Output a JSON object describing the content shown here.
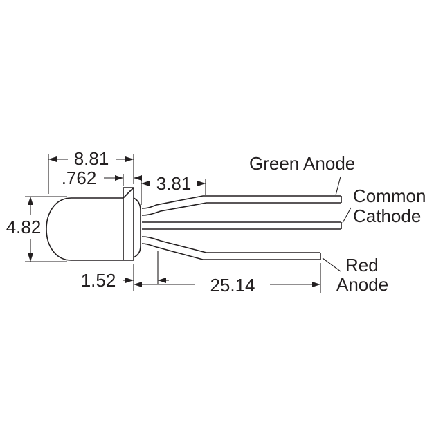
{
  "dimensions": {
    "overall_length": "8.81",
    "lens_length": ".762",
    "lead_spacing": "3.81",
    "body_diameter": "4.82",
    "flange_thickness": "1.52",
    "lead_length": "25.14"
  },
  "labels": {
    "green_anode": "Green Anode",
    "common": "Common",
    "cathode": "Cathode",
    "red": "Red",
    "anode": "Anode"
  },
  "colors": {
    "line": "#231f20",
    "background": "#ffffff"
  }
}
